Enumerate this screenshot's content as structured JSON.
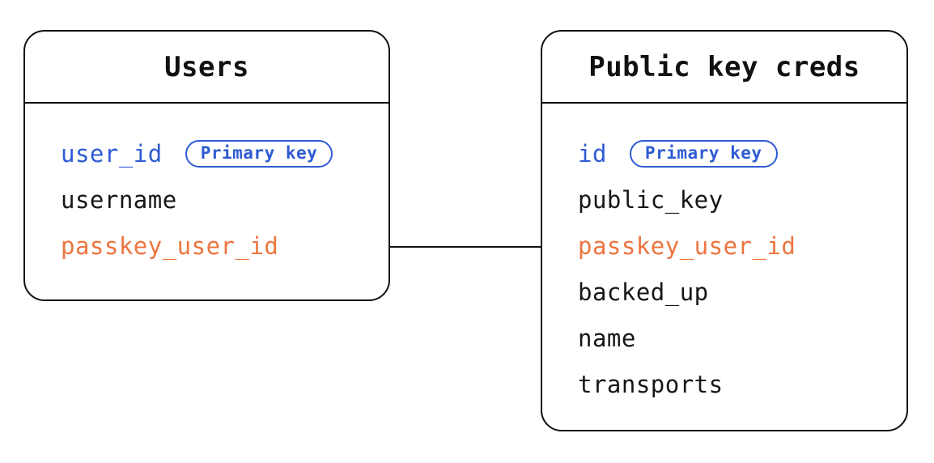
{
  "diagram": {
    "relationship": {
      "from": "Users.passkey_user_id",
      "to": "Public key creds.passkey_user_id"
    },
    "colors": {
      "primary_key_blue": "#2e5bd3",
      "foreign_key_orange": "#ec7540",
      "line_black": "#111111",
      "background": "#ffffff"
    }
  },
  "tables": [
    {
      "name": "Users",
      "fields": [
        {
          "label": "user_id",
          "badge": "Primary key"
        },
        {
          "label": "username"
        },
        {
          "label": "passkey_user_id"
        }
      ]
    },
    {
      "name": "Public key creds",
      "fields": [
        {
          "label": "id",
          "badge": "Primary key"
        },
        {
          "label": "public_key"
        },
        {
          "label": "passkey_user_id"
        },
        {
          "label": "backed_up"
        },
        {
          "label": "name"
        },
        {
          "label": "transports"
        }
      ]
    }
  ]
}
